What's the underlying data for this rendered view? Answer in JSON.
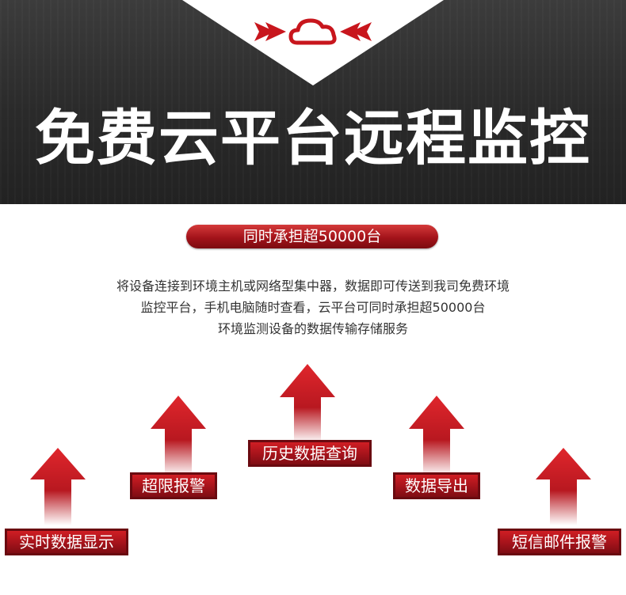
{
  "hero": {
    "title": "免费云平台远程监控",
    "logo": {
      "icon": "cloud-icon",
      "color": "#c8161d",
      "decor": "chevron-arrows-icon"
    }
  },
  "badge": {
    "text": "同时承担超50000台",
    "color": "#b01419"
  },
  "description": {
    "lines": [
      "将设备连接到环境主机或网络型集中器，数据即可传送到我司免费环境",
      "监控平台，手机电脑随时查看，云平台可同时承担超50000台",
      "环境监测设备的数据传输存储服务"
    ]
  },
  "features": [
    {
      "label": "实时数据显示"
    },
    {
      "label": "超限报警"
    },
    {
      "label": "历史数据查询"
    },
    {
      "label": "数据导出"
    },
    {
      "label": "短信邮件报警"
    }
  ],
  "colors": {
    "accent": "#c8161d",
    "dark_bg": "#2b2b2b",
    "label_border": "#6a0a10"
  }
}
